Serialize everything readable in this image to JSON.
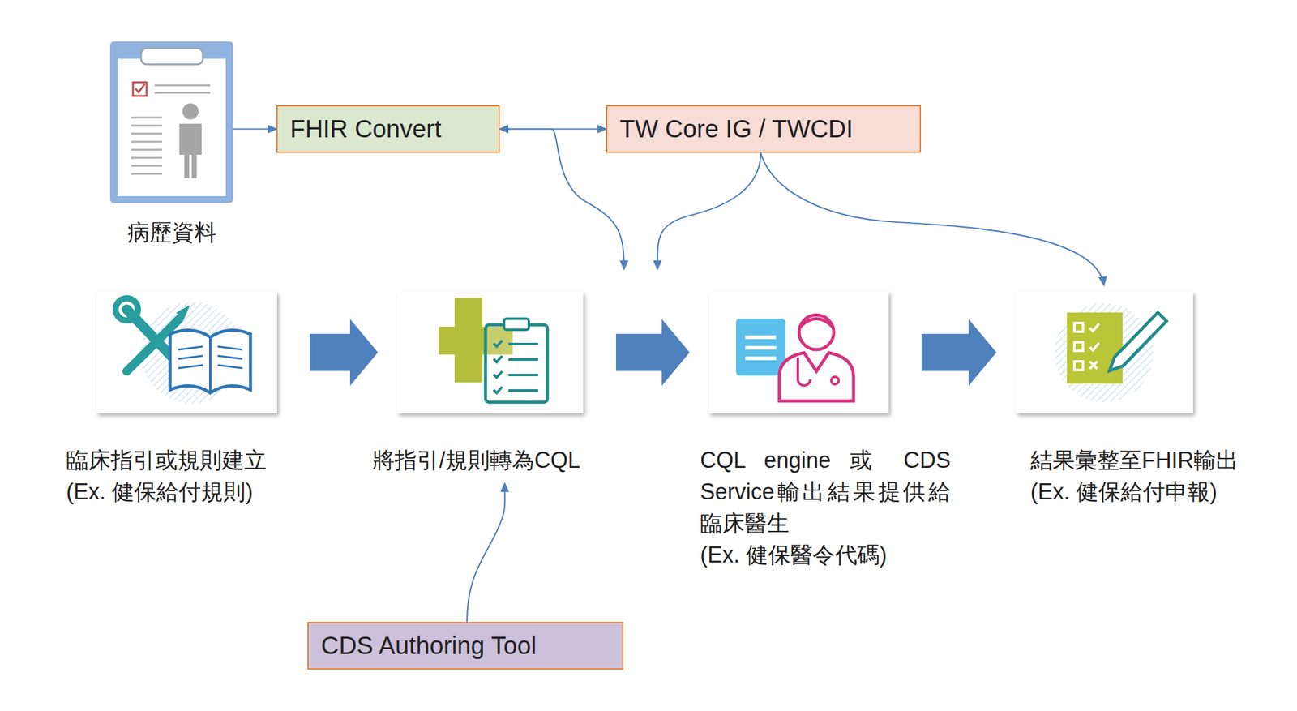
{
  "diagram": {
    "nodes": [
      {
        "text": [
          "病歷資料"
        ]
      },
      {
        "text": [
          "FHIR Convert"
        ]
      },
      {
        "text": [
          "TW Core IG / TWCDI"
        ]
      },
      {
        "text": [
          "臨床指引或規則建立",
          "(Ex. 健保給付規則)"
        ]
      },
      {
        "text": [
          "將指引/規則轉為CQL"
        ]
      },
      {
        "text": [
          "CQL engine 或 CDS Service輸出結果提供給臨床醫生",
          "(Ex. 健保醫令代碼)"
        ]
      },
      {
        "text": [
          "結果彙整至FHIR輸出",
          "(Ex. 健保給付申報)"
        ]
      },
      {
        "text": [
          "CDS Authoring Tool"
        ]
      }
    ],
    "edges": [
      {
        "from": 0,
        "to": 1,
        "arrow": "to"
      },
      {
        "from": 1,
        "to": 2,
        "arrow": "both"
      },
      {
        "from": 1,
        "to": 5,
        "arrow": "to"
      },
      {
        "from": 2,
        "to": 5,
        "arrow": "to"
      },
      {
        "from": 2,
        "to": 6,
        "arrow": "to"
      },
      {
        "from": 3,
        "to": 4,
        "arrow": "to"
      },
      {
        "from": 4,
        "to": 5,
        "arrow": "to"
      },
      {
        "from": 5,
        "to": 6,
        "arrow": "to"
      },
      {
        "from": 7,
        "to": 4,
        "arrow": "to"
      }
    ]
  }
}
